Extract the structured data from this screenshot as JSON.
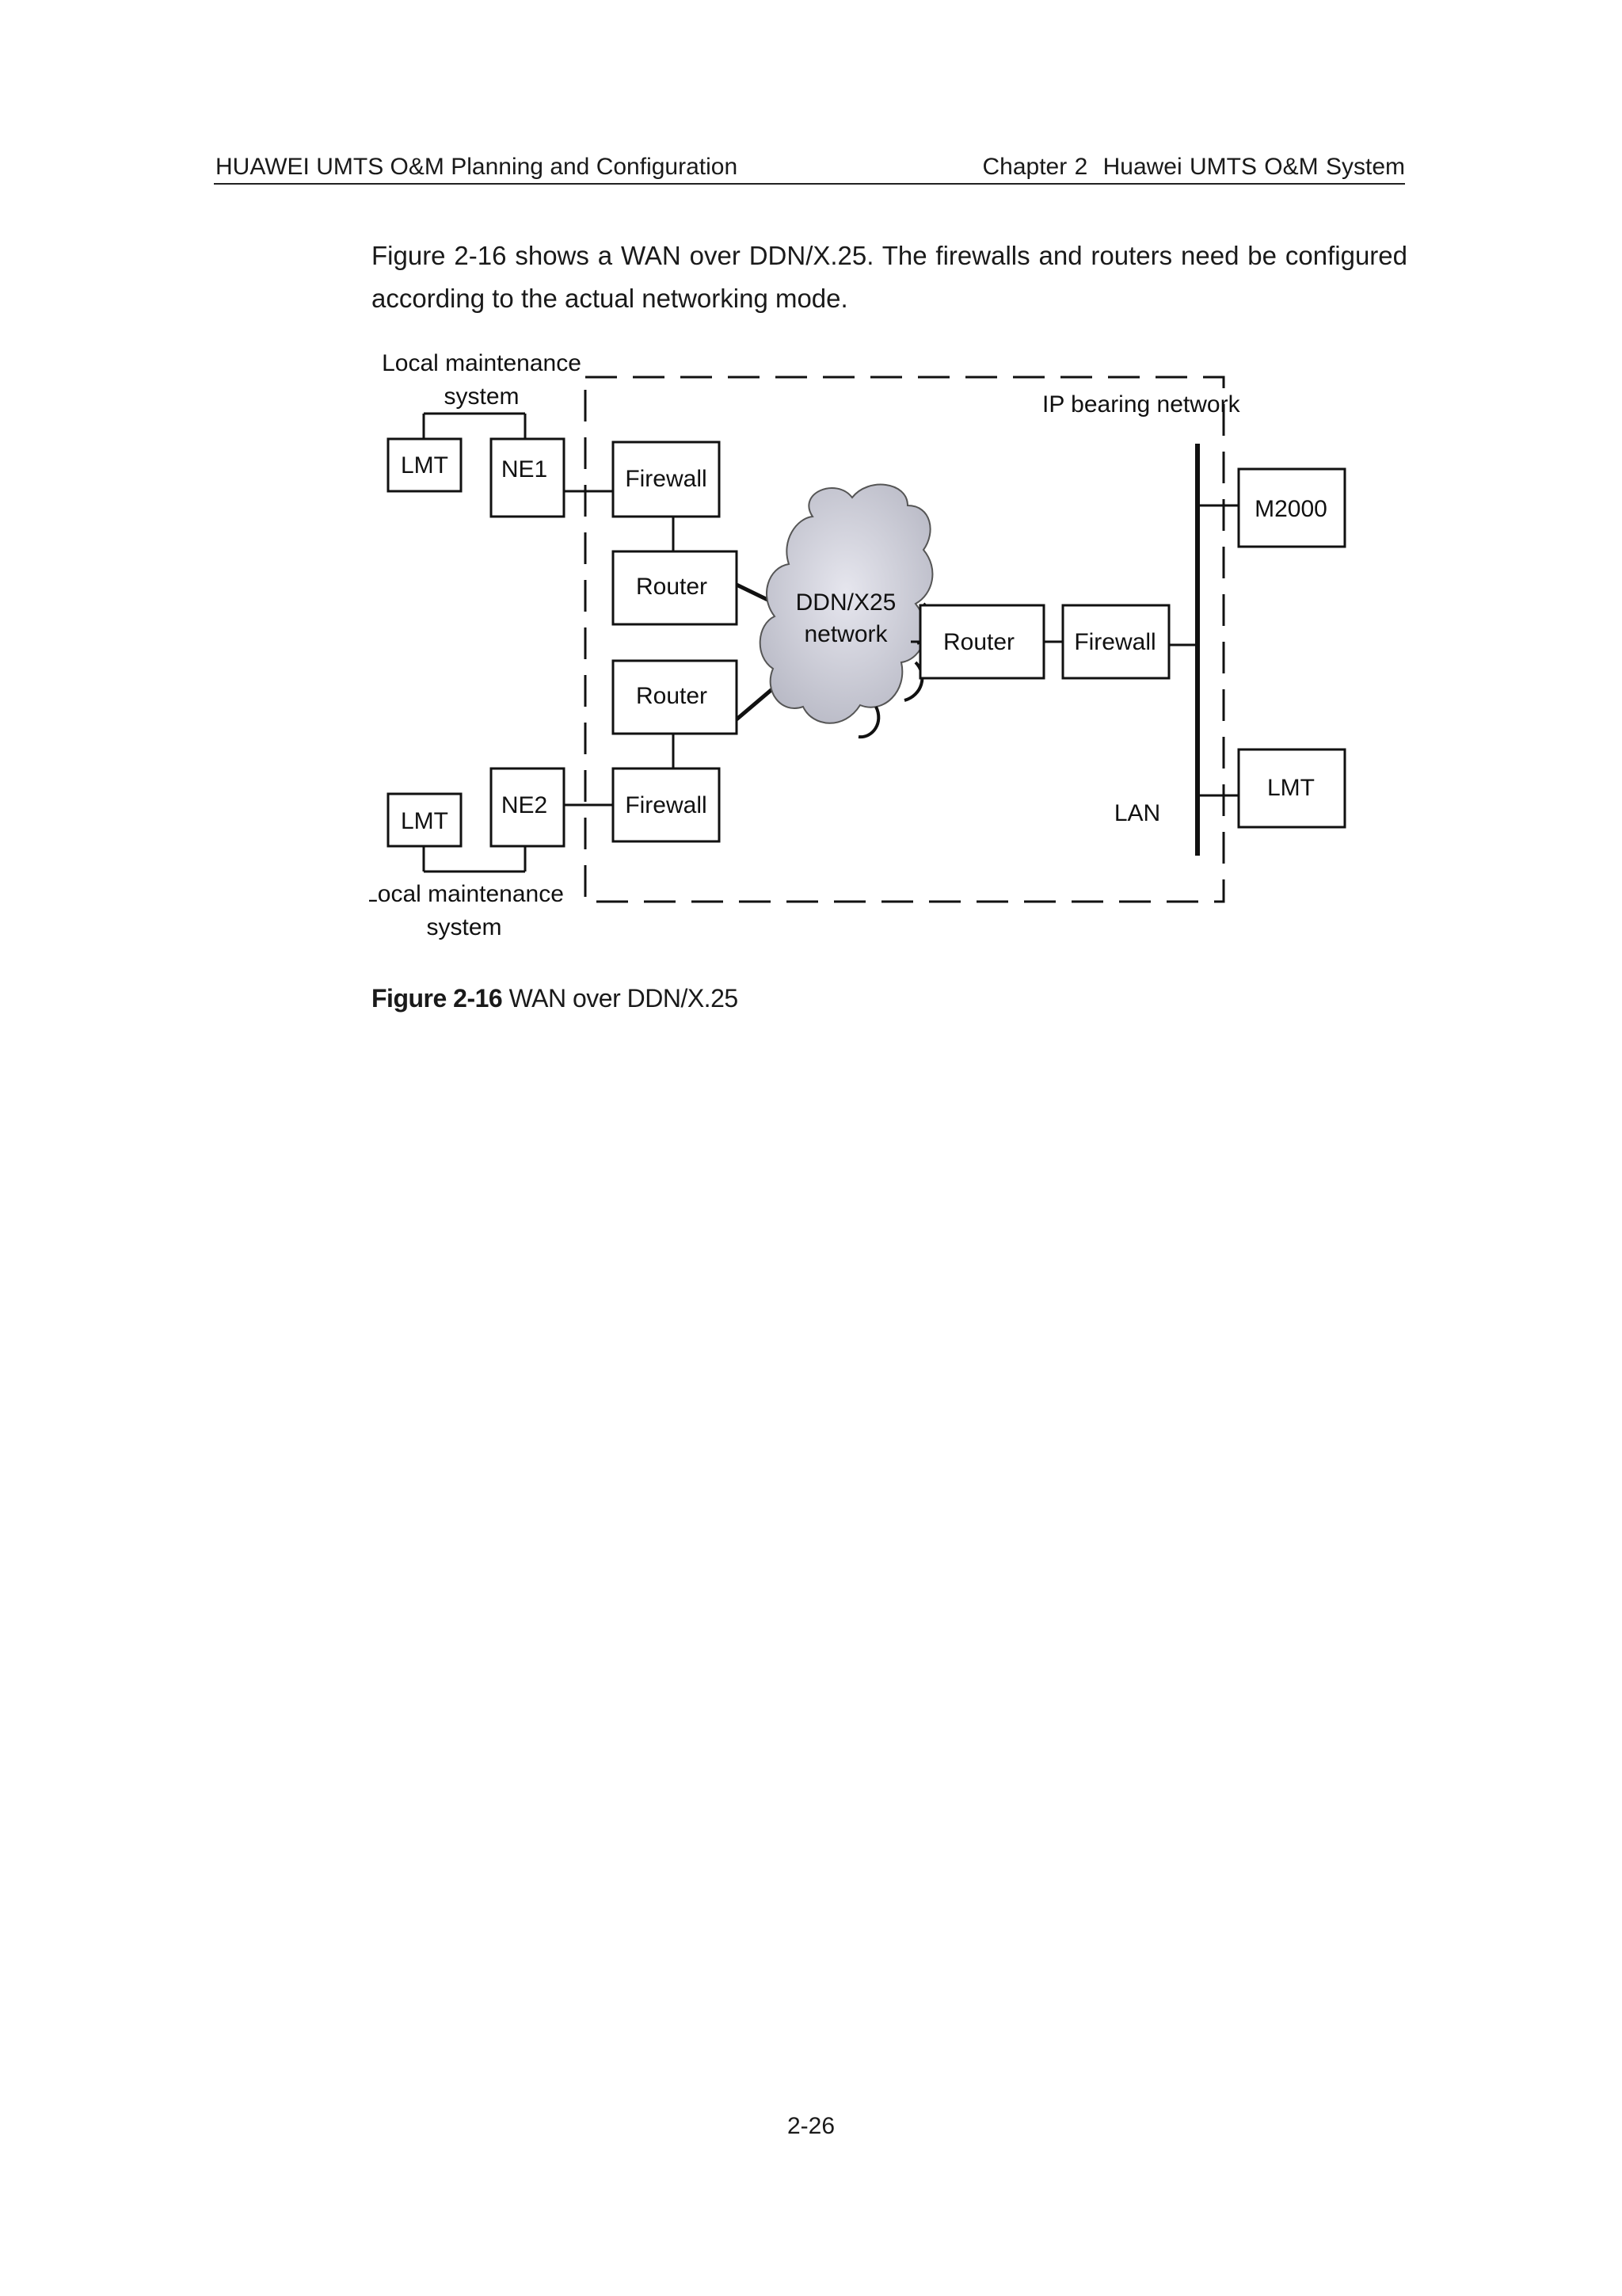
{
  "header": {
    "left": "HUAWEI UMTS O&M Planning and Configuration",
    "right_chapter": "Chapter 2",
    "right_title": "Huawei UMTS O&M System"
  },
  "body": {
    "paragraph": "Figure 2-16 shows a WAN over DDN/X.25. The firewalls and routers need be configured according to the actual networking mode."
  },
  "diagram": {
    "top_local_label_line1": "Local maintenance",
    "top_local_label_line2": "system",
    "bottom_local_label_line1": "Local maintenance",
    "bottom_local_label_line2": "system",
    "ip_bearing_label": "IP bearing network",
    "lmt_top": "LMT",
    "ne1": "NE1",
    "firewall_top": "Firewall",
    "router_top": "Router",
    "cloud_line1": "DDN/X25",
    "cloud_line2": "network",
    "router_bottom": "Router",
    "firewall_bottom": "Firewall",
    "lmt_bottom": "LMT",
    "ne2": "NE2",
    "router_right": "Router",
    "firewall_right": "Firewall",
    "m2000": "M2000",
    "lmt_right": "LMT",
    "lan_label": "LAN"
  },
  "caption": {
    "label": "Figure 2-16",
    "text": "WAN over DDN/X.25"
  },
  "footer": {
    "page_number": "2-26"
  }
}
